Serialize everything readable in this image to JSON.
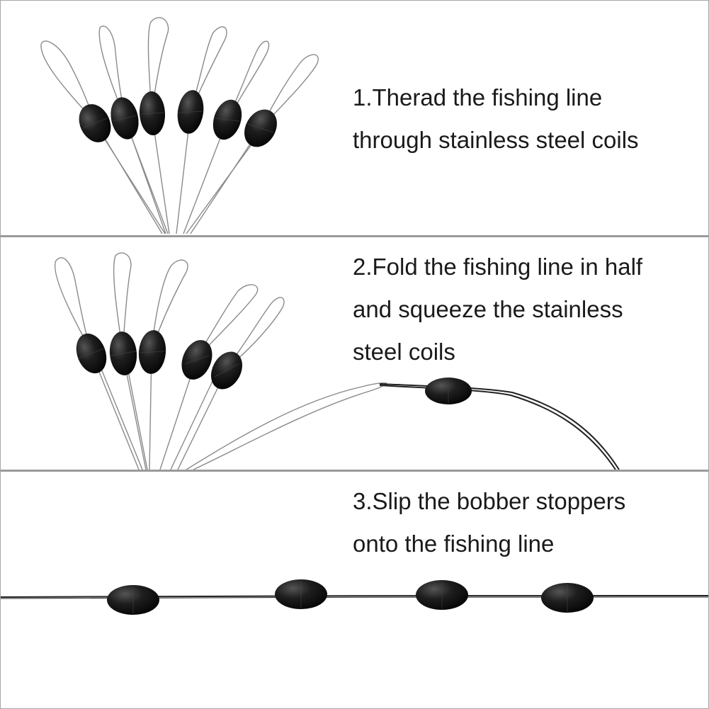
{
  "steps": [
    {
      "lines": [
        "1.Therad the fishing line",
        "through stainless steel coils"
      ]
    },
    {
      "lines": [
        "2.Fold the fishing line in half",
        "and squeeze the stainless",
        "steel coils"
      ]
    },
    {
      "lines": [
        "3.Slip the bobber stoppers",
        "onto the fishing line"
      ]
    }
  ],
  "colors": {
    "stopper": "#1c1c1c",
    "wire": "#8a8a8a",
    "line": "#222222",
    "divider": "#9a9a9a",
    "text": "#1a1a1a"
  }
}
